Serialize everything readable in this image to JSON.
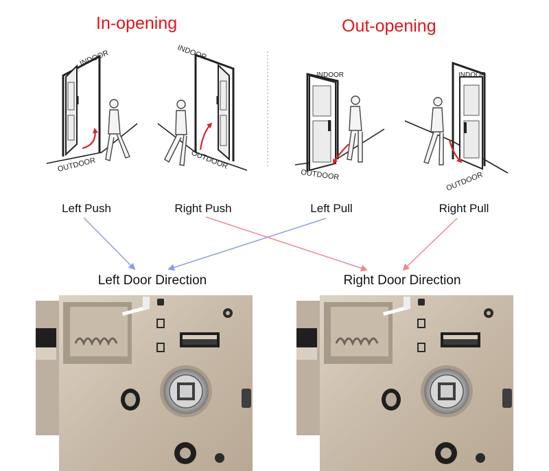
{
  "headings": {
    "in_opening": "In-opening",
    "out_opening": "Out-opening"
  },
  "door_labels": {
    "indoor": "INDOOR",
    "outdoor": "OUTDOOR"
  },
  "types": {
    "left_push": "Left Push",
    "right_push": "Right Push",
    "left_pull": "Left Pull",
    "right_pull": "Right Pull"
  },
  "directions": {
    "left": "Left Door Direction",
    "right": "Right Door Direction"
  },
  "colors": {
    "heading": "#e3141b",
    "left_arrow": "#8e9de6",
    "right_arrow": "#ef8a8a",
    "swing_arrow": "#d8262b",
    "lock_metal": "#cfc2b2"
  }
}
